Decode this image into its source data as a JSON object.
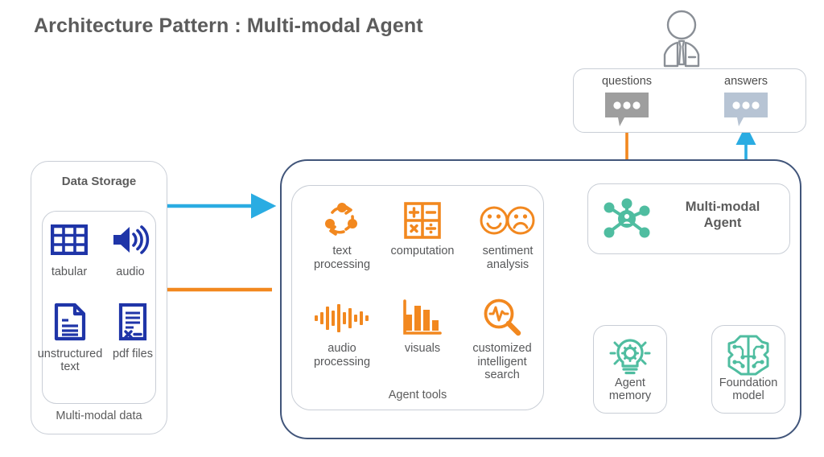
{
  "title": "Architecture Pattern : Multi-modal Agent",
  "colors": {
    "title_gray": "#5c5c5c",
    "data_blue": "#1f35a8",
    "tool_orange": "#f2881f",
    "agent_teal": "#4fbda0",
    "outer_border_navy": "#41557a",
    "inner_border_gray": "#c9ced6",
    "arrow_blue": "#2aace2",
    "arrow_orange": "#f2881f",
    "questions_bubble": "#9e9e9e",
    "answers_bubble": "#b7c4d4",
    "dot_navy": "#3c5274"
  },
  "data_storage": {
    "title": "Data Storage",
    "footer": "Multi-modal data",
    "items": [
      {
        "label": "tabular",
        "icon": "table-icon"
      },
      {
        "label": "audio",
        "icon": "speaker-icon"
      },
      {
        "label": "unstructured\ntext",
        "icon": "document-icon"
      },
      {
        "label": "pdf files",
        "icon": "pdf-file-icon"
      }
    ]
  },
  "agent_tools": {
    "footer": "Agent tools",
    "items": [
      {
        "label": "text\nprocessing",
        "icon": "cycle-nodes-icon"
      },
      {
        "label": "computation",
        "icon": "calculator-icon"
      },
      {
        "label": "sentiment\nanalysis",
        "icon": "emoji-faces-icon"
      },
      {
        "label": "audio\nprocessing",
        "icon": "waveform-icon"
      },
      {
        "label": "visuals",
        "icon": "bar-chart-icon"
      },
      {
        "label": "customized\nintelligent\nsearch",
        "icon": "magnifier-pulse-icon"
      }
    ]
  },
  "user_panel": {
    "user_icon": "user-avatar-icon",
    "items": [
      {
        "label": "questions",
        "icon": "chat-bubble-icon",
        "color": "#9e9e9e"
      },
      {
        "label": "answers",
        "icon": "chat-bubble-icon",
        "color": "#b7c4d4"
      }
    ]
  },
  "multimodal_agent": {
    "label": "Multi-modal\nAgent",
    "icon": "network-node-icon"
  },
  "support_boxes": [
    {
      "label": "Agent\nmemory",
      "icon": "lightbulb-gear-icon"
    },
    {
      "label": "Foundation\nmodel",
      "icon": "circuit-brain-icon"
    }
  ]
}
